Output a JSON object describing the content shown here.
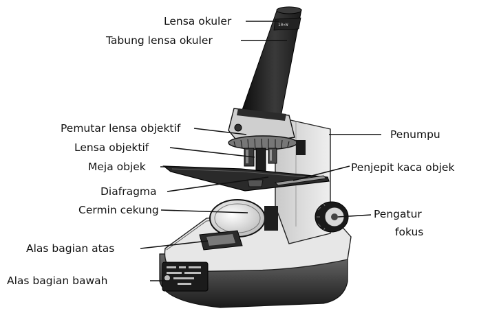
{
  "diagram": {
    "labels": {
      "lensa_okuler": "Lensa okuler",
      "tabung_lensa_okuler": "Tabung lensa okuler",
      "pemutar_lensa_objektif": "Pemutar lensa objektif",
      "lensa_objektif": "Lensa objektif",
      "meja_objek": "Meja objek",
      "diafragma": "Diafragma",
      "cermin_cekung": "Cermin cekung",
      "alas_bagian_atas": "Alas bagian atas",
      "alas_bagian_bawah": "Alas bagian bawah",
      "penumpu": "Penumpu",
      "penjepit_kaca_objek": "Penjepit kaca objek",
      "pengatur_fokus_line1": "Pengatur",
      "pengatur_fokus_line2": "fokus"
    },
    "colors": {
      "ink": "#111111",
      "dark": "#2a2a2a",
      "mid": "#8c8c8c",
      "light": "#d4d4d4"
    }
  }
}
